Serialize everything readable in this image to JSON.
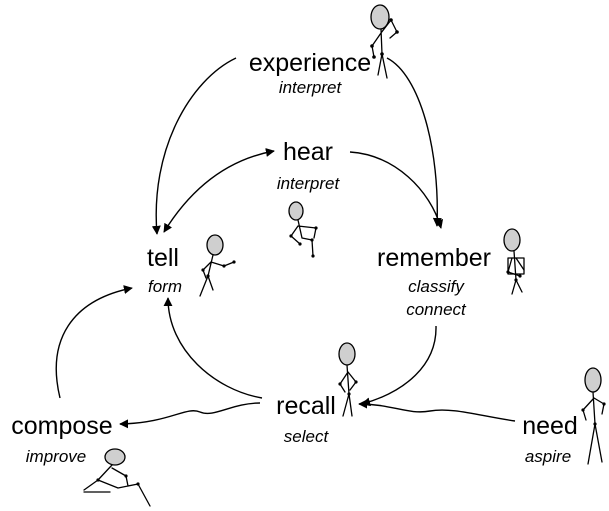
{
  "nodes": {
    "experience": {
      "label": "experience",
      "sub": "interpret"
    },
    "hear": {
      "label": "hear",
      "sub": "interpret"
    },
    "tell": {
      "label": "tell",
      "sub": "form"
    },
    "remember": {
      "label": "remember",
      "sub1": "classify",
      "sub2": "connect"
    },
    "recall": {
      "label": "recall",
      "sub": "select"
    },
    "compose": {
      "label": "compose",
      "sub": "improve"
    },
    "need": {
      "label": "need",
      "sub": "aspire"
    }
  }
}
